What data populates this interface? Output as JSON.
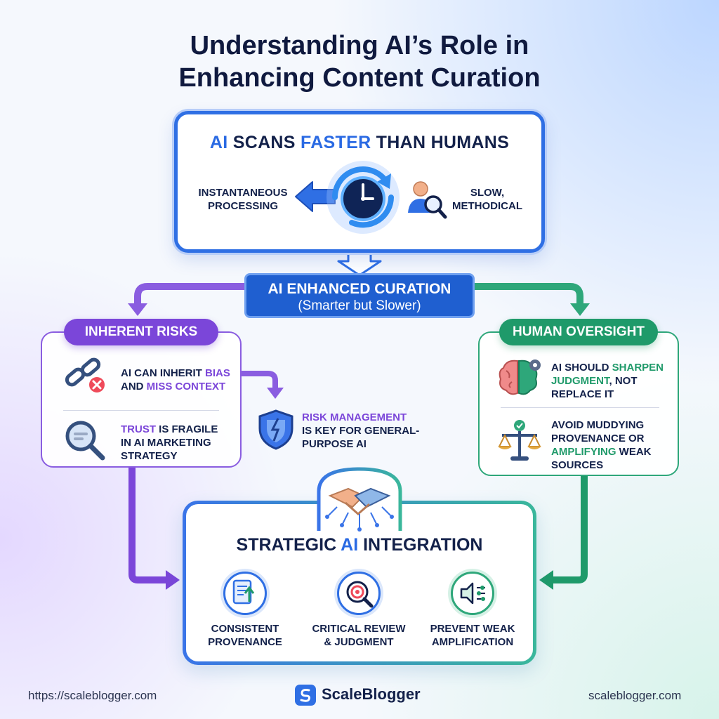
{
  "title": {
    "line1": "Understanding AI’s Role in",
    "line2": "Enhancing Content Curation"
  },
  "scan_card": {
    "heading_ai": "AI",
    "heading_scans": " SCANS ",
    "heading_faster": "FASTER",
    "heading_rest": " THAN HUMANS",
    "left_label_1": "INSTANTANEOUS",
    "left_label_2": "PROCESSING",
    "right_label_1": "SLOW,",
    "right_label_2": "METHODICAL"
  },
  "enhanced": {
    "title": "AI ENHANCED CURATION",
    "subtitle": "(Smarter but Slower)"
  },
  "risks": {
    "pill": "INHERENT RISKS",
    "item1_a": "AI CAN INHERIT ",
    "item1_b": "BIAS",
    "item1_c": "AND ",
    "item1_d": "MISS CONTEXT",
    "item2_a": "TRUST",
    "item2_b": " IS FRAGILE",
    "item2_c": "IN AI MARKETING",
    "item2_d": "STRATEGY",
    "mgmt_a": "RISK MANAGEMENT",
    "mgmt_b": "IS KEY FOR GENERAL-",
    "mgmt_c": "PURPOSE AI"
  },
  "oversight": {
    "pill": "HUMAN OVERSIGHT",
    "item1_a": "AI SHOULD ",
    "item1_b": "SHARPEN",
    "item1_c": "JUDGMENT",
    "item1_d": ", NOT",
    "item1_e": "REPLACE IT",
    "item2_a": "AVOID MUDDYING",
    "item2_b": "PROVENANCE OR",
    "item2_c": "AMPLIFYING",
    "item2_d": " WEAK",
    "item2_e": "SOURCES"
  },
  "integration": {
    "title_a": "STRATEGIC ",
    "title_b": "AI",
    "title_c": " INTEGRATION",
    "steps": [
      {
        "line1": "CONSISTENT",
        "line2": "PROVENANCE"
      },
      {
        "line1": "CRITICAL REVIEW",
        "line2": "& JUDGMENT"
      },
      {
        "line1": "PREVENT WEAK",
        "line2": "AMPLIFICATION"
      }
    ]
  },
  "footer": {
    "left_url": "https://scaleblogger.com",
    "brand_a": "Scale",
    "brand_b": "Blogger",
    "right_url": "scaleblogger.com"
  },
  "colors": {
    "blue": "#2f6fe4",
    "purple": "#7b46d9",
    "green": "#1f9a6a",
    "navy": "#13214a"
  }
}
